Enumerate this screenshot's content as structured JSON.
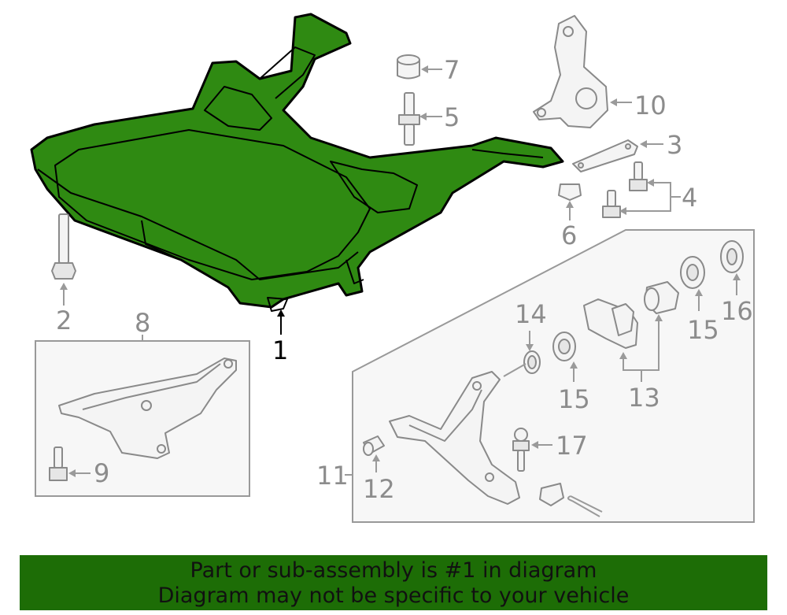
{
  "callouts": {
    "c1": "1",
    "c2": "2",
    "c3": "3",
    "c4": "4",
    "c5": "5",
    "c6": "6",
    "c7": "7",
    "c8": "8",
    "c9": "9",
    "c10": "10",
    "c11": "11",
    "c12": "12",
    "c13": "13",
    "c14": "14",
    "c15a": "15",
    "c15b": "15",
    "c16": "16",
    "c17": "17"
  },
  "banner": {
    "line1": "Part or sub-assembly is #1 in diagram",
    "line2": "Diagram may not be specific to your vehicle"
  },
  "colors": {
    "highlight_part": "#2f8a12",
    "banner_background": "#1d6d06",
    "line_art": "#8a8a8a"
  }
}
